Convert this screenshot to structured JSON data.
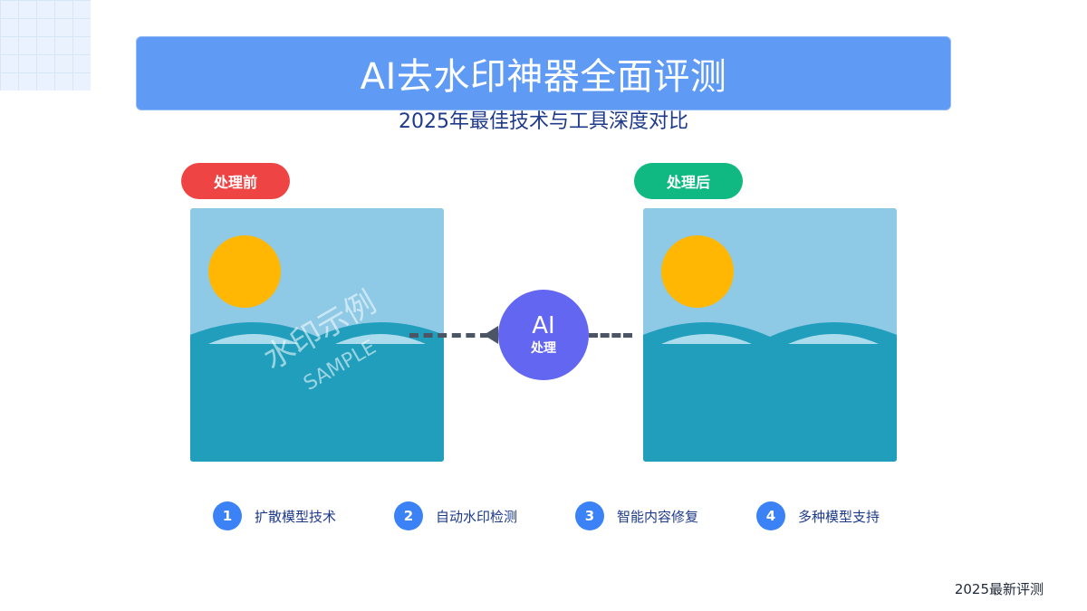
{
  "title": "AI去水印神器全面评测",
  "subtitle": "2025年最佳技术与工具深度对比",
  "before_label": "处理前",
  "after_label": "处理后",
  "watermark": {
    "line1": "水印示例",
    "line2": "SAMPLE"
  },
  "processor": {
    "title": "AI",
    "caption": "处理"
  },
  "features": [
    {
      "number": "1",
      "label": "扩散模型技术"
    },
    {
      "number": "2",
      "label": "自动水印检测"
    },
    {
      "number": "3",
      "label": "智能内容修复"
    },
    {
      "number": "4",
      "label": "多种模型支持"
    }
  ],
  "footer": "2025最新评测",
  "colors": {
    "title_banner": "#5f9bf5",
    "before_badge": "#ef4444",
    "after_badge": "#10b981",
    "ai_circle": "#6366f1",
    "feature_badge": "#3b82f6",
    "sky": "#8ec9e6",
    "sun": "#ffb703",
    "water": "#219ebc"
  }
}
